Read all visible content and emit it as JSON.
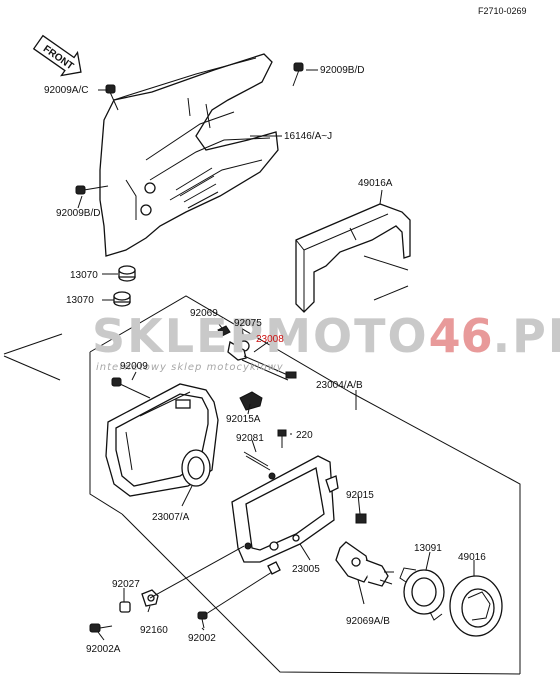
{
  "diagram": {
    "figure_code": "F2710-0269",
    "front_label": "FRONT",
    "watermark": {
      "main_a": "SKLEPMOTO",
      "main_b": "46",
      "main_c": ".PL",
      "sub": "internetowy sklep motocyklowy"
    },
    "labels": {
      "p92009bd_top": "92009B/D",
      "p92009ac": "92009A/C",
      "p16146": "16146/A~J",
      "p92009bd_left": "92009B/D",
      "p49016a": "49016A",
      "p13070_a": "13070",
      "p13070_b": "13070",
      "p92069": "92069",
      "p92075": "92075",
      "p23008": "23008",
      "p92009": "92009",
      "p23004": "23004/A/B",
      "p92015a": "92015A",
      "p92081": "92081",
      "p220": "220",
      "p23007": "23007/A",
      "p92015": "92015",
      "p13091": "13091",
      "p49016": "49016",
      "p23005": "23005",
      "p92027": "92027",
      "p92160": "92160",
      "p92002": "92002",
      "p92002a": "92002A",
      "p92069ab": "92069A/B"
    }
  }
}
